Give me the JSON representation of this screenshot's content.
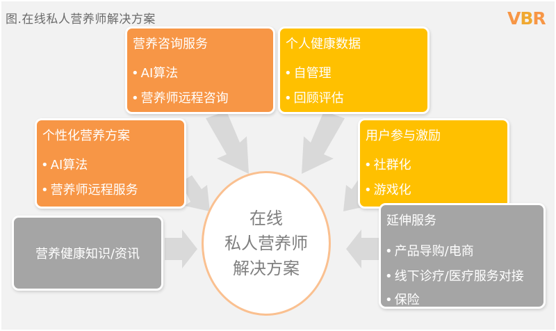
{
  "title": "图.在线私人营养师解决方案",
  "logo": {
    "part1": "V",
    "part2": "B",
    "part3": "R"
  },
  "colors": {
    "orange": "#f79646",
    "yellow": "#ffc000",
    "gray": "#a5a5a5",
    "arrow": "#d9d9d9",
    "circle_border": "#fac090"
  },
  "center": {
    "lines": [
      "在线",
      "私人营养师",
      "解决方案"
    ]
  },
  "boxes": {
    "consult": {
      "head": "营养咨询服务",
      "items": [
        "AI算法",
        "营养师远程咨询"
      ]
    },
    "personal_data": {
      "head": "个人健康数据",
      "items": [
        "自管理",
        "回顾评估"
      ]
    },
    "personalized": {
      "head": "个性化营养方案",
      "items": [
        "AI算法",
        "营养师远程服务"
      ]
    },
    "engagement": {
      "head": "用户参与激励",
      "items": [
        "社群化",
        "游戏化"
      ]
    },
    "knowledge": {
      "head": "营养健康知识/资讯"
    },
    "extension": {
      "head": "延伸服务",
      "items": [
        "产品导购/电商",
        "线下诊疗/医疗服务对接",
        "保险"
      ]
    }
  }
}
